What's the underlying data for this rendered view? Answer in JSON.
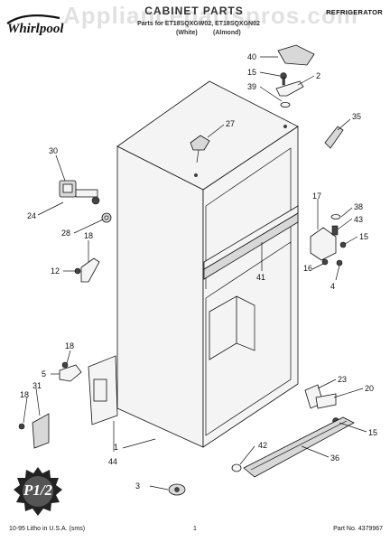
{
  "header": {
    "watermark": "Appliancepartspros.com",
    "brand": "Whirlpool",
    "title": "CABINET PARTS",
    "model_line": "Parts for ET18SQXGW02, ET18SQXGN02",
    "variant_a": "(White)",
    "variant_b": "(Almond)",
    "category": "REFRIGERATOR"
  },
  "badge": {
    "text": "P1/2"
  },
  "callouts": [
    "40",
    "15",
    "2",
    "39",
    "35",
    "27",
    "30",
    "17",
    "38",
    "43",
    "15",
    "24",
    "28",
    "18",
    "12",
    "41",
    "16",
    "4",
    "18",
    "5",
    "18",
    "31",
    "23",
    "20",
    "15",
    "1",
    "44",
    "42",
    "36",
    "3"
  ],
  "footer": {
    "left": "10-95 Litho in U.S.A. (sms)",
    "page": "1",
    "right": "Part No. 4379967"
  }
}
